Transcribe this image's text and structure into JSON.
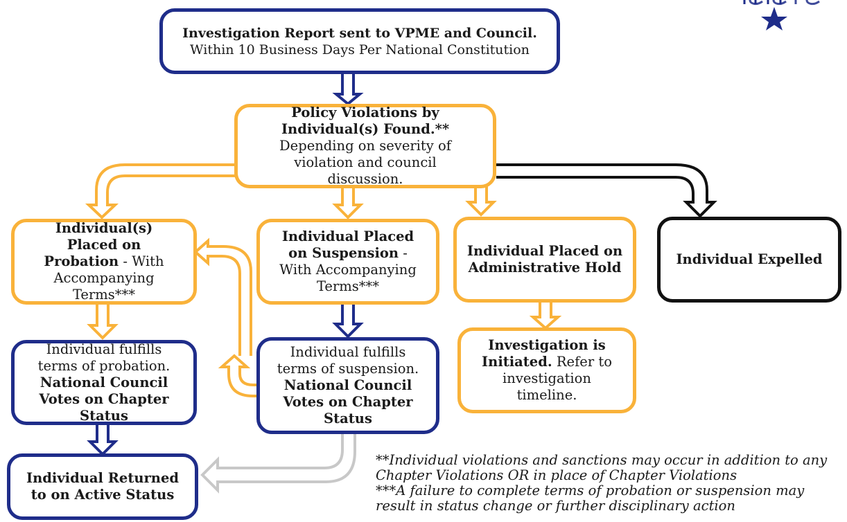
{
  "boxes": {
    "report": {
      "bold": "Investigation Report sent to VPME and Council.",
      "rest": "Within 10 Business Days Per National Constitution"
    },
    "policy": {
      "bold": "Policy Violations by Individual(s) Found.**",
      "rest": " Depending on severity of violation and council discussion."
    },
    "probation": {
      "bold": "Individual(s) Placed on Probation",
      "rest": " - With Accompanying Terms***"
    },
    "suspension": {
      "bold": "Individual Placed on Suspension",
      "rest": " - With Accompanying Terms***"
    },
    "admin_hold": {
      "bold": "Individual Placed on Administrative Hold"
    },
    "expelled": {
      "bold": "Individual Expelled"
    },
    "fulfill_probation": {
      "pre": "Individual fulfills terms of probation. ",
      "bold": "National Council Votes on Chapter Status"
    },
    "fulfill_suspension": {
      "pre": "Individual fulfills terms of suspension. ",
      "bold": "National Council Votes on Chapter Status"
    },
    "investigation": {
      "bold": "Investigation is Initiated.",
      "rest": " Refer to investigation timeline."
    },
    "returned": {
      "bold": "Individual Returned to on Active Status"
    }
  },
  "notes": [
    "**Individual violations and sanctions may occur in addition to any Chapter Violations OR in place of Chapter Violations",
    "***A failure to complete terms of probation or suspension may result in status change or further disciplinary action"
  ],
  "colors": {
    "navy": "#1f2d8a",
    "orange": "#f9b23a",
    "black": "#111111",
    "gray": "#c8c8c8"
  }
}
